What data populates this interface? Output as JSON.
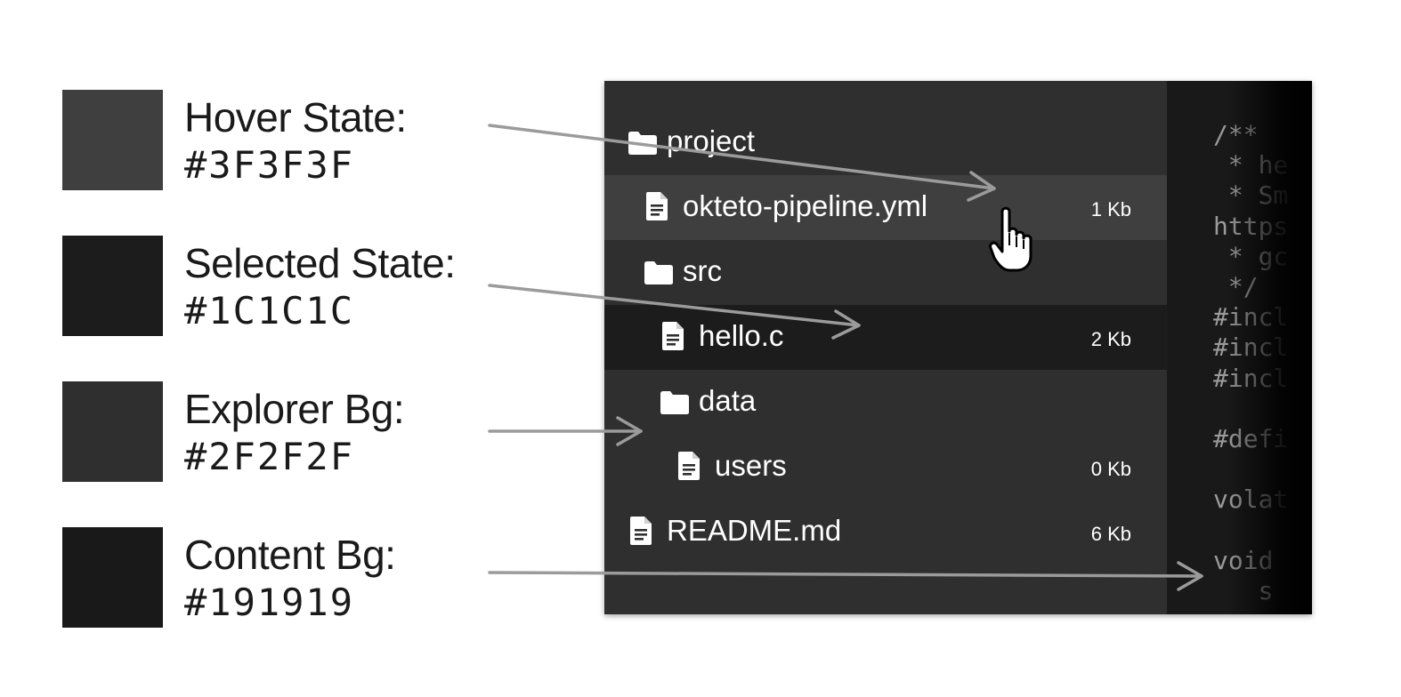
{
  "legend": [
    {
      "label": "Hover State:",
      "hex": "#3F3F3F",
      "color": "#3F3F3F"
    },
    {
      "label": "Selected State:",
      "hex": "#1C1C1C",
      "color": "#1C1C1C"
    },
    {
      "label": "Explorer Bg:",
      "hex": "#2F2F2F",
      "color": "#2F2F2F"
    },
    {
      "label": "Content Bg:",
      "hex": "#191919",
      "color": "#191919"
    }
  ],
  "explorer": {
    "items": [
      {
        "type": "folder",
        "name": "project",
        "size": "",
        "state": "normal"
      },
      {
        "type": "file",
        "name": "okteto-pipeline.yml",
        "size": "1 Kb",
        "state": "hover"
      },
      {
        "type": "folder",
        "name": "src",
        "size": "",
        "state": "normal"
      },
      {
        "type": "file",
        "name": "hello.c",
        "size": "2 Kb",
        "state": "selected"
      },
      {
        "type": "folder",
        "name": "data",
        "size": "",
        "state": "normal"
      },
      {
        "type": "file",
        "name": "users",
        "size": "0 Kb",
        "state": "normal"
      },
      {
        "type": "file",
        "name": "README.md",
        "size": "6 Kb",
        "state": "normal"
      }
    ]
  },
  "editor": {
    "code_lines": [
      "/**",
      " * he",
      " * Sm",
      "https",
      " * gc",
      " */",
      "#incl",
      "#incl",
      "#incl",
      "",
      "#defi",
      "",
      "volat",
      "",
      "void ",
      "   s"
    ]
  },
  "colors": {
    "hover": "#3F3F3F",
    "selected": "#1C1C1C",
    "explorer_bg": "#2F2F2F",
    "content_bg": "#191919",
    "arrow": "#9b9b9b"
  },
  "icons": {
    "folder": "folder-icon",
    "file": "file-icon",
    "cursor": "hand-pointer-icon"
  }
}
